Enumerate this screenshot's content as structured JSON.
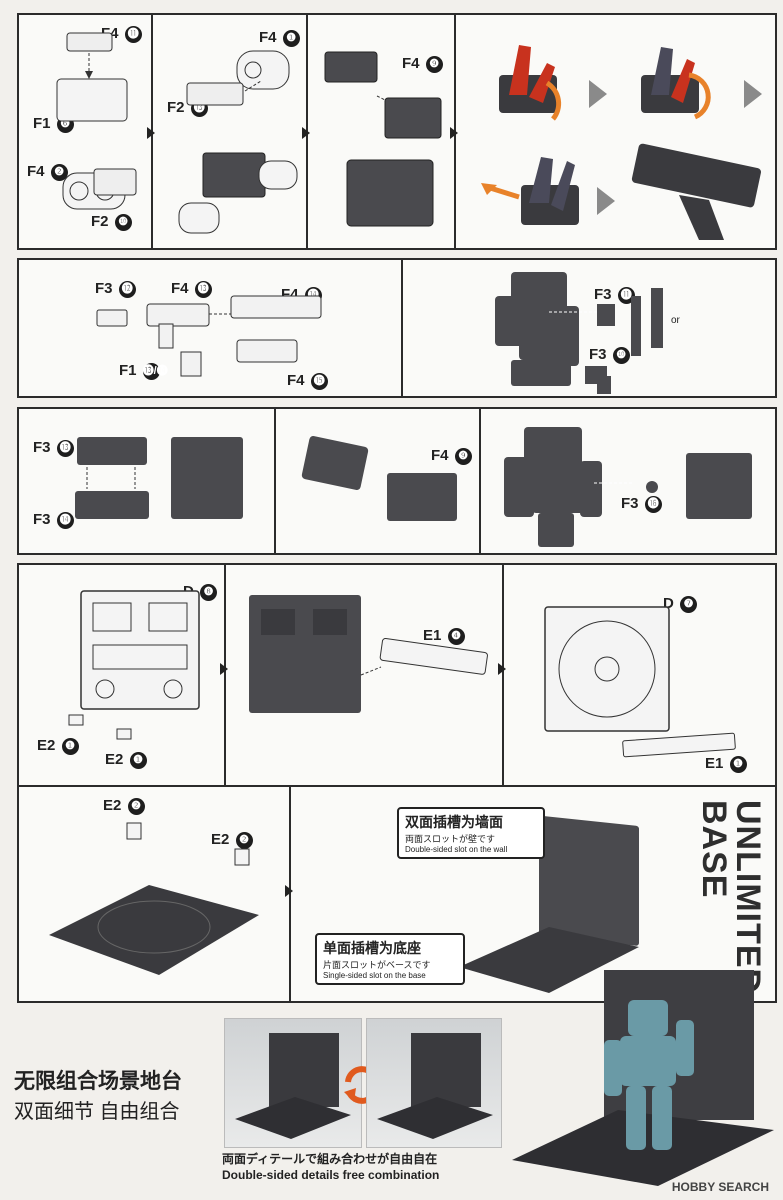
{
  "step1": {
    "a": {
      "l1": "F4",
      "n1": "⓫",
      "l2": "F1",
      "n2": "❻",
      "l3": "F4",
      "n3": "❷",
      "l4": "F2",
      "n4": "❿"
    },
    "b": {
      "l1": "F4",
      "n1": "❶",
      "l2": "F2",
      "n2": "⓭"
    },
    "c": {
      "l1": "F4",
      "n1": "❾"
    }
  },
  "step2": {
    "a": {
      "l1": "F3",
      "n1": "⓬",
      "l2": "F4",
      "n2": "⓭",
      "l3": "F4",
      "n3": "⓮",
      "l4": "F1",
      "n4": "⓭/⓮",
      "l5": "F4",
      "n5": "⓯"
    },
    "b": {
      "l1": "F3",
      "n1": "⓫",
      "l2": "F3",
      "n2": "❿",
      "or": "or"
    }
  },
  "step3": {
    "a": {
      "l1": "F3",
      "n1": "⓭",
      "l2": "F3",
      "n2": "⓮"
    },
    "b": {
      "l1": "F4",
      "n1": "❾"
    },
    "c": {
      "l1": "F3",
      "n1": "⓰"
    }
  },
  "step4": {
    "a": {
      "l1": "D",
      "n1": "❽",
      "l2": "E2",
      "n2": "❶",
      "l3": "E2",
      "n3": "❶"
    },
    "b": {
      "l1": "E1",
      "n1": "❹"
    },
    "c": {
      "l1": "D",
      "n1": "❼",
      "l2": "E1",
      "n2": "❶"
    },
    "d": {
      "l1": "E2",
      "n1": "❷",
      "l2": "E2",
      "n2": "❷"
    },
    "e": {
      "c1_zh": "双面插槽为墙面",
      "c1_jp": "両面スロットが壁です",
      "c1_en": "Double-sided slot on the wall",
      "c2_zh": "单面插槽为底座",
      "c2_jp": "片面スロットがベースです",
      "c2_en": "Single-sided slot on the base"
    }
  },
  "brand": {
    "line1": "UNLIMITED",
    "line2": "BASE"
  },
  "promo": {
    "zh1": "无限组合场景地台",
    "zh2": "双面细节 自由组合",
    "jp": "両面ディテールで組み合わせが自由自在",
    "en": "Double-sided details free combination"
  },
  "watermark": "HOBBY SEARCH",
  "colors": {
    "red": "#c8321e",
    "dark": "#3a3a3e",
    "part": "#4a4a4e",
    "orange": "#e8822a",
    "gray_arrow": "#8a8a8a"
  }
}
